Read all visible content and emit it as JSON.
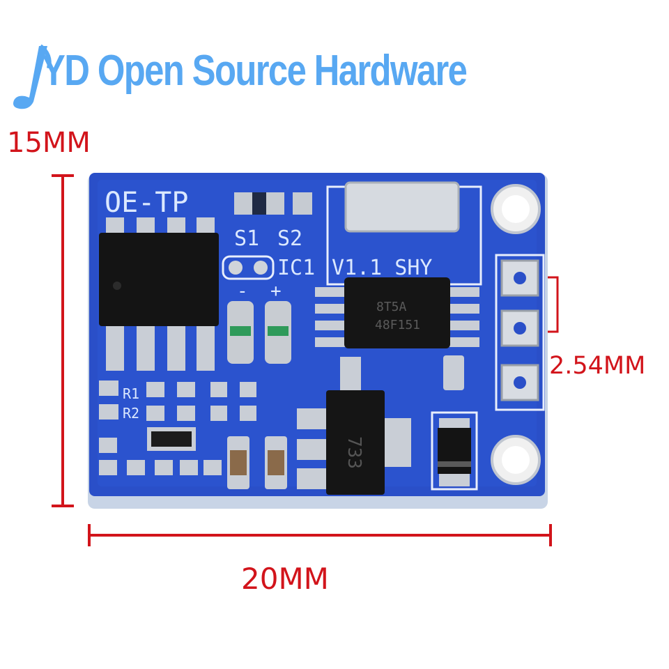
{
  "banner": {
    "text": "YD Open Source Hardware",
    "logo_icon": "music-note-logo-icon",
    "color": "#58a8f2"
  },
  "dimensions": {
    "height": "15MM",
    "width": "20MM",
    "pitch": "2.54MM",
    "color": "#d2141b"
  },
  "pcb": {
    "board_color": "#2a4fc8",
    "silkscreen": {
      "title": "OE-TP",
      "s1": "S1",
      "s2": "S2",
      "ic1": "IC1",
      "version": "V1.1 SHY",
      "plus": "+",
      "minus": "-",
      "r1": "R1",
      "r2": "R2"
    },
    "chip_markings": {
      "ic_top": "8T5A",
      "ic_bottom": "48F151",
      "regulator": "733"
    }
  }
}
